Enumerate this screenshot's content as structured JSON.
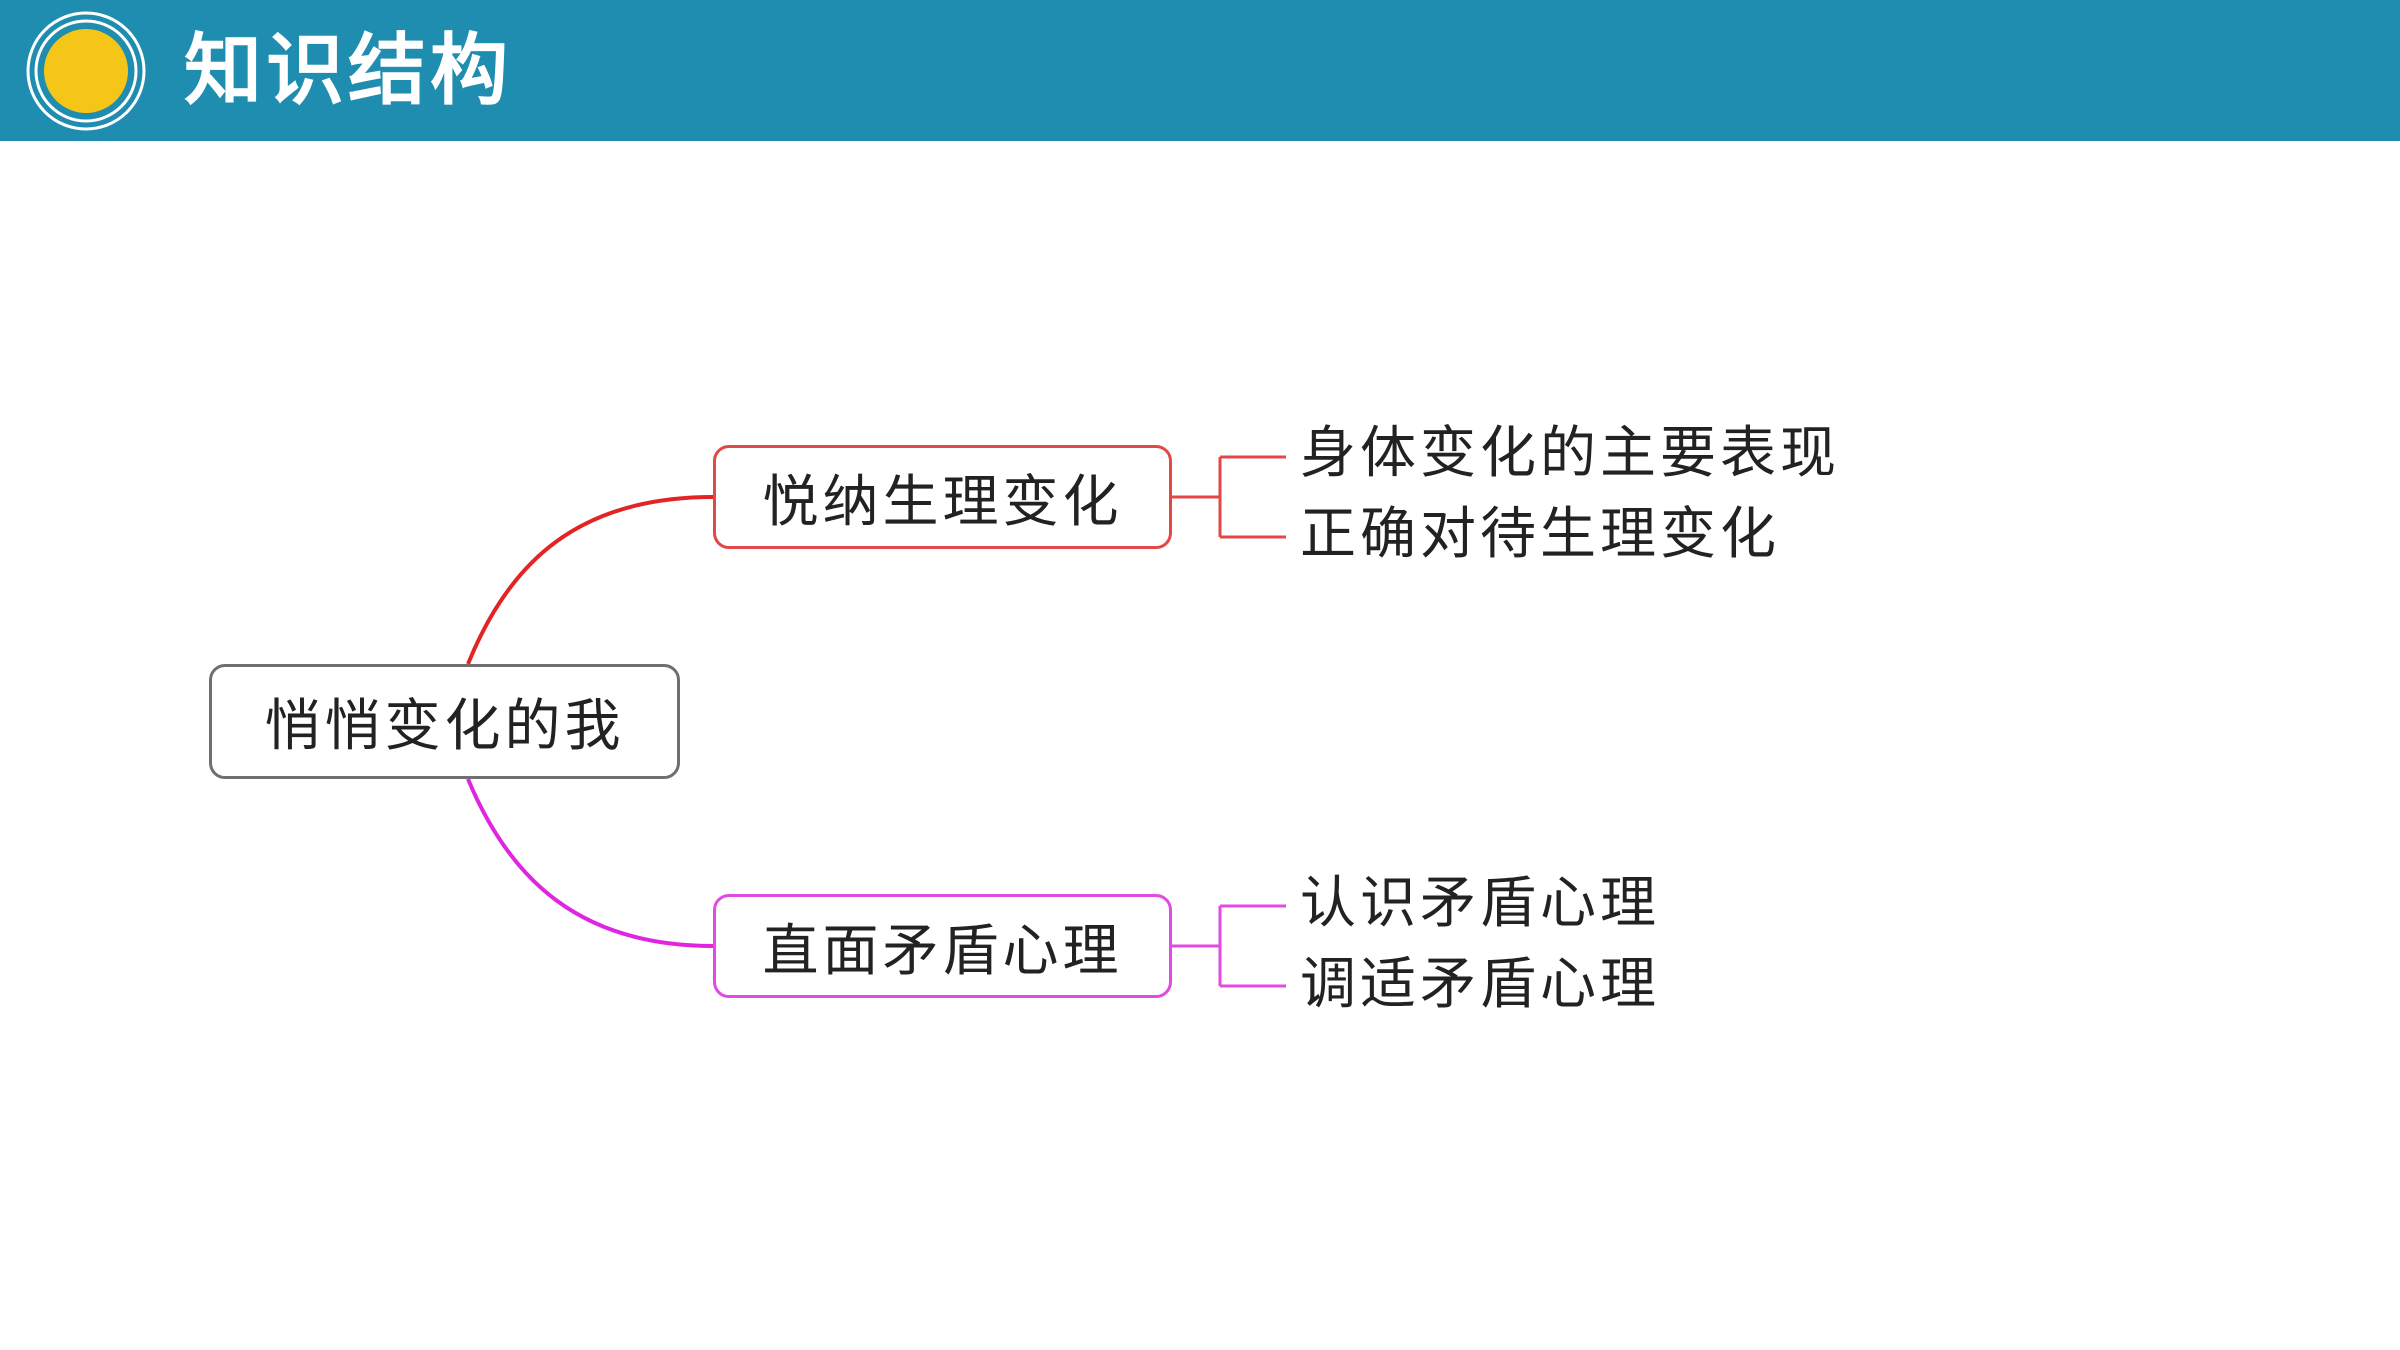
{
  "header": {
    "title": "知识结构",
    "background_color": "#1f8daf",
    "logo_icon": "sun-circle-icon",
    "logo_color": "#f5c518"
  },
  "mindmap": {
    "root": {
      "label": "悄悄变化的我",
      "border_color": "#6f6f6f"
    },
    "branches": [
      {
        "label": "悦纳生理变化",
        "color": "#e34848",
        "leaves": [
          "身体变化的主要表现",
          "正确对待生理变化"
        ]
      },
      {
        "label": "直面矛盾心理",
        "color": "#e24ae2",
        "leaves": [
          "认识矛盾心理",
          "调适矛盾心理"
        ]
      }
    ]
  }
}
